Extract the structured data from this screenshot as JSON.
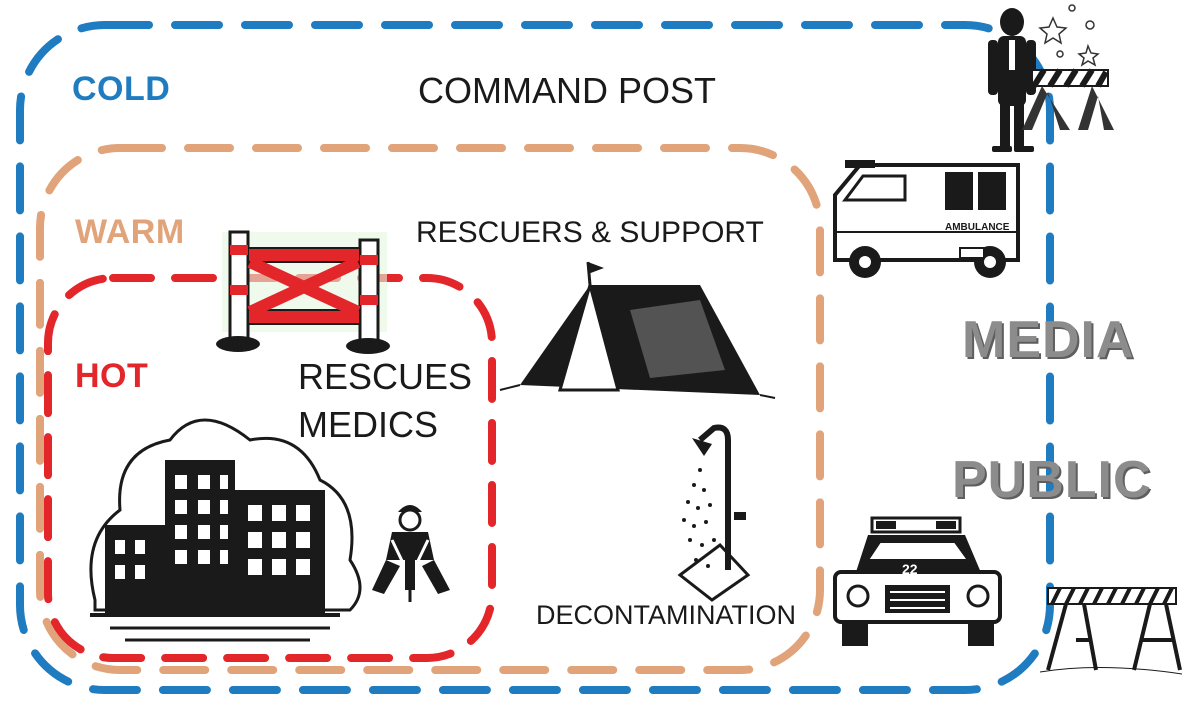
{
  "colors": {
    "cold": "#1f7cc0",
    "warm": "#e0a37a",
    "hot": "#e3262a",
    "ink": "#1a1a1a",
    "gray": "#8c8c8c"
  },
  "zones": {
    "cold": "COLD",
    "warm": "WARM",
    "hot": "HOT"
  },
  "captions": {
    "command_post": "COMMAND POST",
    "rescuers_support": "RESCUERS & SUPPORT",
    "rescues": "RESCUES",
    "medics": "MEDICS",
    "decontamination": "DECONTAMINATION",
    "media": "MEDIA",
    "public": "PUBLIC"
  },
  "graphics": {
    "ambulance_text": "AMBULANCE",
    "police_car_number": "22"
  },
  "icons": [
    "person-icon",
    "barricade-icon",
    "ambulance-icon",
    "fence-barrier-icon",
    "tent-icon",
    "building-icon",
    "worker-icon",
    "shower-icon",
    "police-car-icon",
    "sawhorse-icon",
    "star-icon"
  ]
}
